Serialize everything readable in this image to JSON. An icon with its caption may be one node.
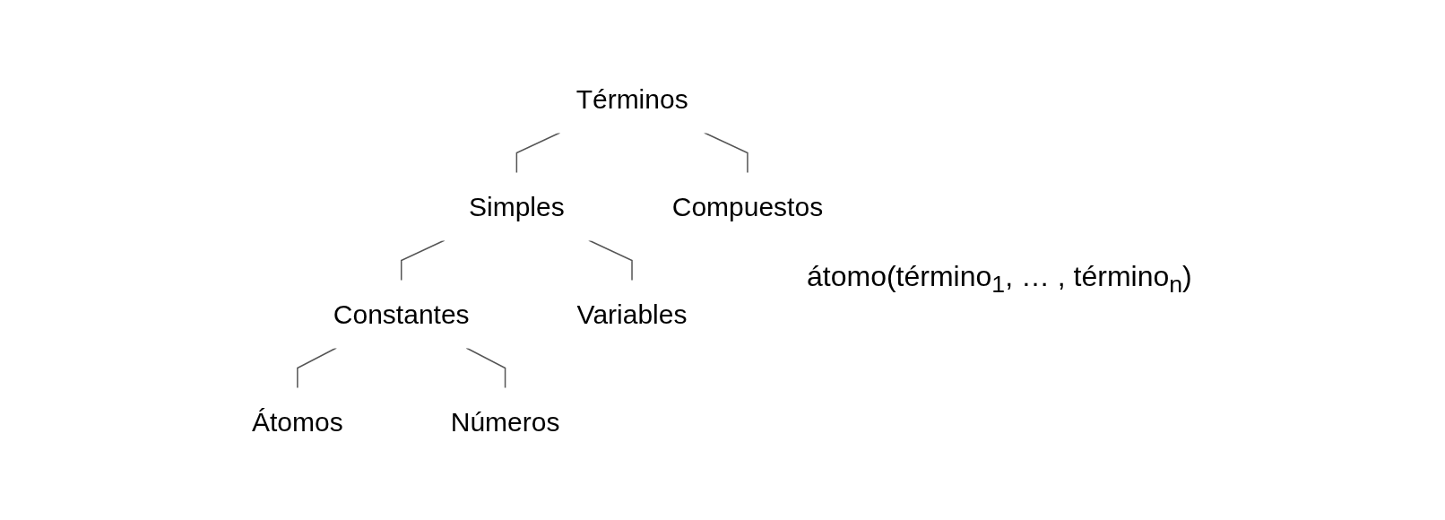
{
  "diagram": {
    "nodes": [
      {
        "text": [
          "Términos"
        ]
      },
      {
        "text": [
          "Simples"
        ]
      },
      {
        "text": [
          "Compuestos"
        ]
      },
      {
        "text": [
          "Constantes"
        ]
      },
      {
        "text": [
          "Variables"
        ]
      },
      {
        "text": [
          "Átomos"
        ]
      },
      {
        "text": [
          "Números"
        ]
      }
    ],
    "edges": [
      {
        "from": 0,
        "to": 1,
        "arrow": "none"
      },
      {
        "from": 0,
        "to": 2,
        "arrow": "none"
      },
      {
        "from": 1,
        "to": 3,
        "arrow": "none"
      },
      {
        "from": 1,
        "to": 4,
        "arrow": "none"
      },
      {
        "from": 3,
        "to": 5,
        "arrow": "none"
      },
      {
        "from": 3,
        "to": 6,
        "arrow": "none"
      }
    ],
    "labels": [
      "átomo(término$_{1}$, … , término$_{n}$)"
    ]
  }
}
